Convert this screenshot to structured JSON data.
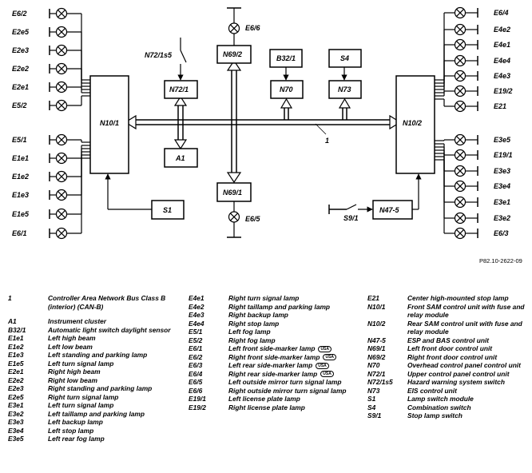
{
  "diagram": {
    "reference": "P82.10-2622-09",
    "bus_label": "1",
    "modules": {
      "n10_1": "N10/1",
      "n10_2": "N10/2",
      "n72_1": "N72/1",
      "n69_2": "N69/2",
      "n69_1": "N69/1",
      "n70": "N70",
      "n73": "N73",
      "a1": "A1",
      "s1": "S1",
      "b32_1": "B32/1",
      "s4": "S4",
      "n47_5": "N47-5"
    },
    "switches": {
      "n72_1s5": "N72/1s5",
      "s9_1": "S9/1"
    },
    "left_lamps": [
      "E6/2",
      "E2e5",
      "E2e3",
      "E2e2",
      "E2e1",
      "E5/2",
      "E5/1",
      "E1e1",
      "E1e2",
      "E1e3",
      "E1e5",
      "E6/1"
    ],
    "right_lamps": [
      "E6/4",
      "E4e2",
      "E4e1",
      "E4e4",
      "E4e3",
      "E19/2",
      "E21",
      "E3e5",
      "E19/1",
      "E3e3",
      "E3e4",
      "E3e1",
      "E3e2",
      "E6/3"
    ],
    "door_lamps": {
      "top": "E6/6",
      "bottom": "E6/5"
    }
  },
  "legend": {
    "col1": [
      {
        "code": "1",
        "desc": "Controller Area Network Bus Class B (interior) (CAN-B)"
      },
      {
        "code": "",
        "desc": ""
      },
      {
        "code": "A1",
        "desc": "Instrument cluster"
      },
      {
        "code": "B32/1",
        "desc": "Automatic light switch daylight sensor"
      },
      {
        "code": "E1e1",
        "desc": "Left high beam"
      },
      {
        "code": "E1e2",
        "desc": "Left low beam"
      },
      {
        "code": "E1e3",
        "desc": "Left standing and parking lamp"
      },
      {
        "code": "E1e5",
        "desc": "Left turn signal lamp"
      },
      {
        "code": "E2e1",
        "desc": "Right high beam"
      },
      {
        "code": "E2e2",
        "desc": "Right low beam"
      },
      {
        "code": "E2e3",
        "desc": "Right standing and parking lamp"
      },
      {
        "code": "E2e5",
        "desc": "Right turn signal lamp"
      },
      {
        "code": "E3e1",
        "desc": "Left turn signal lamp"
      },
      {
        "code": "E3e2",
        "desc": "Left taillamp and parking lamp"
      },
      {
        "code": "E3e3",
        "desc": "Left backup lamp"
      },
      {
        "code": "E3e4",
        "desc": "Left stop lamp"
      },
      {
        "code": "E3e5",
        "desc": "Left rear fog lamp"
      }
    ],
    "col2": [
      {
        "code": "E4e1",
        "desc": "Right turn signal lamp"
      },
      {
        "code": "E4e2",
        "desc": "Right taillamp and parking lamp"
      },
      {
        "code": "E4e3",
        "desc": "Right backup lamp"
      },
      {
        "code": "E4e4",
        "desc": "Right stop lamp"
      },
      {
        "code": "E5/1",
        "desc": "Left fog lamp"
      },
      {
        "code": "E5/2",
        "desc": "Right fog lamp"
      },
      {
        "code": "E6/1",
        "desc": "Left front side-marker lamp",
        "badge": "USA"
      },
      {
        "code": "E6/2",
        "desc": "Right front side-marker lamp",
        "badge": "USA"
      },
      {
        "code": "E6/3",
        "desc": "Left rear side-marker lamp",
        "badge": "USA"
      },
      {
        "code": "E6/4",
        "desc": "Right rear side-marker lamp",
        "badge": "USA"
      },
      {
        "code": "E6/5",
        "desc": "Left outside mirror turn signal lamp"
      },
      {
        "code": "E6/6",
        "desc": "Right outside mirror turn signal lamp"
      },
      {
        "code": "E19/1",
        "desc": "Left license plate lamp"
      },
      {
        "code": "E19/2",
        "desc": "Right license plate lamp"
      }
    ],
    "col3": [
      {
        "code": "E21",
        "desc": "Center high-mounted stop lamp"
      },
      {
        "code": "N10/1",
        "desc": "Front SAM control unit with fuse and relay module"
      },
      {
        "code": "N10/2",
        "desc": "Rear SAM control unit with fuse and relay module"
      },
      {
        "code": "N47-5",
        "desc": "ESP and BAS control unit"
      },
      {
        "code": "N69/1",
        "desc": "Left front door control unit"
      },
      {
        "code": "N69/2",
        "desc": "Right front door control unit"
      },
      {
        "code": "N70",
        "desc": "Overhead control panel control unit"
      },
      {
        "code": "N72/1",
        "desc": "Upper control panel control unit"
      },
      {
        "code": "N72/1s5",
        "desc": "Hazard warning system switch"
      },
      {
        "code": "N73",
        "desc": "EIS control unit"
      },
      {
        "code": "S1",
        "desc": "Lamp switch module"
      },
      {
        "code": "S4",
        "desc": "Combination switch"
      },
      {
        "code": "S9/1",
        "desc": "Stop lamp switch"
      }
    ]
  }
}
